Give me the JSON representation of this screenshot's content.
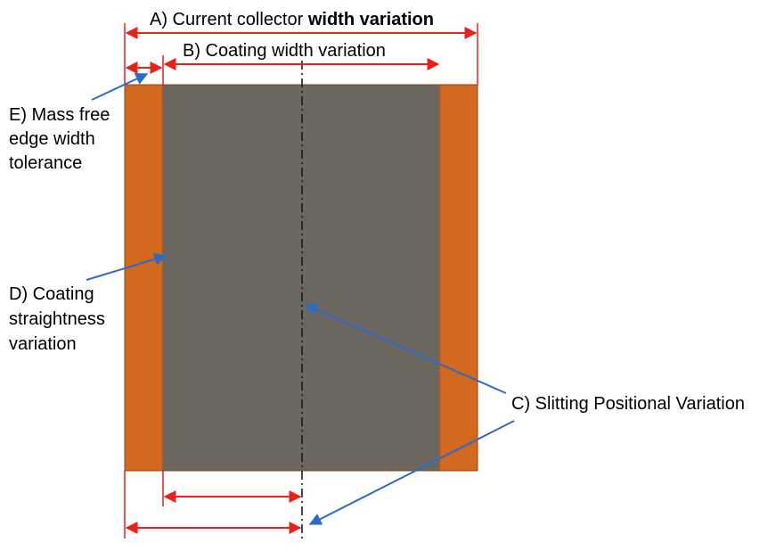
{
  "labels": {
    "a_prefix": "A) Current collector ",
    "a_strong": "width variation",
    "b": "B) Coating width variation",
    "c": "C) Slitting Positional Variation",
    "d_line1": "D) Coating",
    "d_line2": "straightness",
    "d_line3": "variation",
    "e_line1": "E) Mass free",
    "e_line2": "edge width",
    "e_line3": "tolerance"
  },
  "colors": {
    "current_collector": "#D2691E",
    "coating": "#6B6660",
    "dimension_arrow": "#E8211B",
    "pointer_arrow": "#2A6BC9",
    "slit_line": "#1A1A1A",
    "text": "#000000"
  }
}
